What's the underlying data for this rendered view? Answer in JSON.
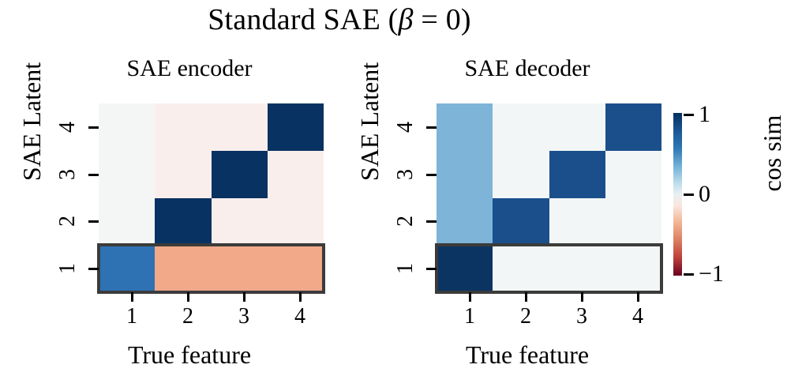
{
  "figure": {
    "title_prefix": "Standard SAE (",
    "title_beta": "β",
    "title_eq": " = 0)"
  },
  "panels": [
    {
      "id": "encoder",
      "title": "SAE encoder",
      "xlabel": "True feature",
      "ylabel": "SAE Latent",
      "xticks": [
        "1",
        "2",
        "3",
        "4"
      ],
      "yticks": [
        "1",
        "2",
        "3",
        "4"
      ],
      "highlighted_row": "1"
    },
    {
      "id": "decoder",
      "title": "SAE decoder",
      "xlabel": "True feature",
      "ylabel": "SAE Latent",
      "xticks": [
        "1",
        "2",
        "3",
        "4"
      ],
      "yticks": [
        "1",
        "2",
        "3",
        "4"
      ],
      "highlighted_row": "1"
    }
  ],
  "colorbar": {
    "label": "cos sim",
    "ticks": [
      "1",
      "0",
      "−1"
    ],
    "vmin": -1,
    "vmax": 1,
    "colormap": "RdBu",
    "color_min": "#67001f",
    "color_mid": "#f7f7f7",
    "color_max": "#053061"
  },
  "chart_data": {
    "type": "heatmap",
    "title": "Standard SAE (β = 0)",
    "xlabel": "True feature",
    "ylabel": "SAE Latent",
    "colorbar_label": "cos sim",
    "zlim": [
      -1,
      1
    ],
    "colormap": "RdBu",
    "grid": false,
    "legend": "colorbar right",
    "x": [
      "1",
      "2",
      "3",
      "4"
    ],
    "y": [
      "1",
      "2",
      "3",
      "4"
    ],
    "panels": [
      {
        "name": "SAE encoder",
        "rows_top_to_bottom": [
          "4",
          "3",
          "2",
          "1"
        ],
        "values_top_to_bottom": [
          [
            -0.02,
            -0.05,
            -0.05,
            0.95
          ],
          [
            -0.02,
            -0.05,
            0.95,
            -0.05
          ],
          [
            -0.02,
            0.95,
            -0.05,
            -0.05
          ],
          [
            0.52,
            -0.42,
            -0.42,
            -0.42
          ]
        ],
        "colors_top_to_bottom": [
          [
            "#f4f6f5",
            "#faeeec",
            "#faeeec",
            "#083261"
          ],
          [
            "#f4f6f5",
            "#faeeec",
            "#083261",
            "#faeeec"
          ],
          [
            "#f4f6f5",
            "#083261",
            "#faeeec",
            "#faeeec"
          ],
          [
            "#2f72b4",
            "#f2a98a",
            "#f2a98a",
            "#f2a98a"
          ]
        ]
      },
      {
        "name": "SAE decoder",
        "rows_top_to_bottom": [
          "4",
          "3",
          "2",
          "1"
        ],
        "values_top_to_bottom": [
          [
            0.38,
            0.02,
            0.02,
            0.72
          ],
          [
            0.38,
            0.02,
            0.72,
            0.02
          ],
          [
            0.38,
            0.72,
            0.02,
            0.02
          ],
          [
            0.97,
            0.02,
            0.02,
            0.02
          ]
        ],
        "colors_top_to_bottom": [
          [
            "#7db4d8",
            "#f3f6f6",
            "#f3f6f6",
            "#1a4f8c"
          ],
          [
            "#7db4d8",
            "#f3f6f6",
            "#1a4f8c",
            "#f3f6f6"
          ],
          [
            "#7db4d8",
            "#1a4f8c",
            "#f3f6f6",
            "#f3f6f6"
          ],
          [
            "#0c3462",
            "#f3f6f6",
            "#f3f6f6",
            "#f3f6f6"
          ]
        ]
      }
    ],
    "annotations": [
      {
        "type": "rect-highlight",
        "panel": "SAE encoder",
        "row": "1",
        "note": "bottom row outlined"
      },
      {
        "type": "rect-highlight",
        "panel": "SAE decoder",
        "row": "1",
        "note": "bottom row outlined"
      }
    ]
  }
}
